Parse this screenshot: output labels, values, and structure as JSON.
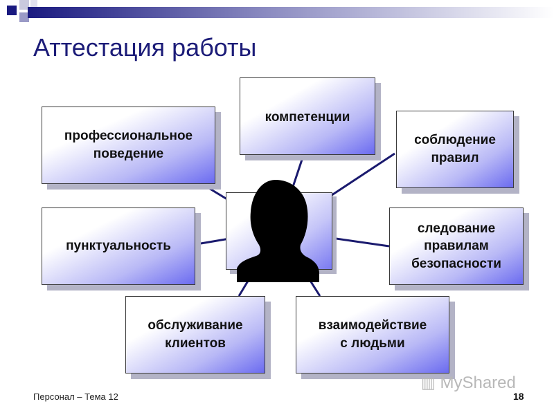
{
  "title": "Аттестация работы",
  "center": {
    "icon": "person-silhouette-icon"
  },
  "boxes": {
    "professional_behavior": "профессиональное\nповедение",
    "competencies": "компетенции",
    "rules_compliance": "соблюдение\nправил",
    "punctuality": "пунктуальность",
    "safety_rules": "следование\nправилам\nбезопасности",
    "customer_service": "обслуживание\nклиентов",
    "people_interaction": "взаимодействие\nс людьми"
  },
  "footer": {
    "left": "Персонал – Тема 12",
    "page": "18"
  },
  "watermark": "MyShared",
  "colors": {
    "title": "#1c1c78",
    "connector": "#1a1a6e",
    "box_gradient": "#6b6bf0"
  }
}
